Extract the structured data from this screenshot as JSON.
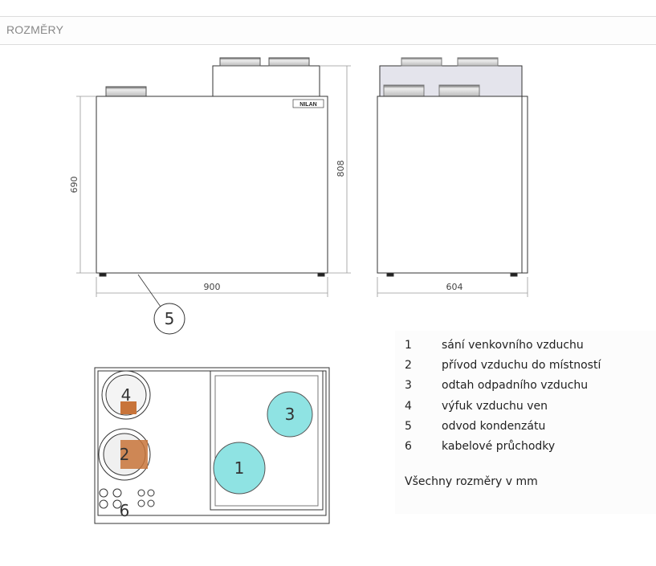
{
  "header": {
    "title": "ROZMĚRY"
  },
  "drawing": {
    "brand_logo": "NILAN",
    "dimensions": {
      "height_body": "690",
      "height_total": "808",
      "width_front": "900",
      "depth_side": "604"
    },
    "callouts": {
      "c1": "1",
      "c2": "2",
      "c3": "3",
      "c4": "4",
      "c5": "5",
      "c6": "6"
    },
    "colors": {
      "port_fill": "#8fe3e3",
      "copper": "#c8743a",
      "top_unit": "#e4e4ec"
    }
  },
  "legend": {
    "items": [
      {
        "num": "1",
        "text": "sání venkovního vzduchu"
      },
      {
        "num": "2",
        "text": "přívod vzduchu do místností"
      },
      {
        "num": "3",
        "text": "odtah odpadního vzduchu"
      },
      {
        "num": "4",
        "text": "výfuk vzduchu ven"
      },
      {
        "num": "5",
        "text": "odvod kondenzátu"
      },
      {
        "num": "6",
        "text": "kabelové průchodky"
      }
    ],
    "note": "Všechny rozměry v mm"
  }
}
